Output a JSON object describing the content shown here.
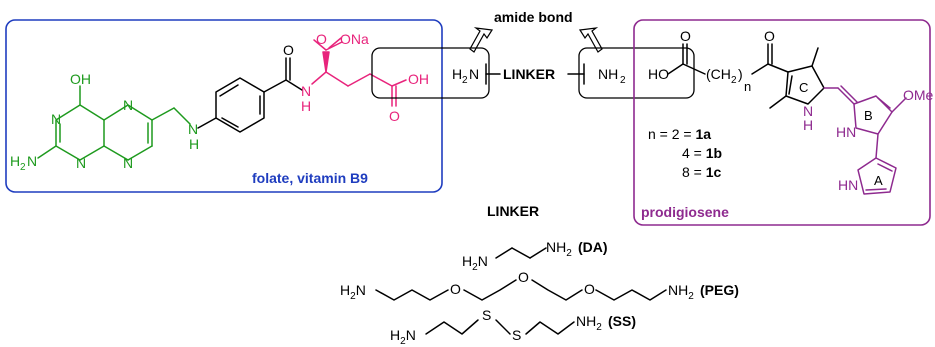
{
  "colors": {
    "folate_box": "#1f3dbf",
    "folate_label": "#1f3dbf",
    "pterin": "#1e9a1e",
    "glutamate": "#e8247c",
    "prodigiosene": "#8e2a8f",
    "ink": "#000000"
  },
  "labels": {
    "amide_bond_left": "amide bond",
    "linker_center": "LINKER",
    "linker_title": "LINKER",
    "folate_box": "folate, vitamin B9",
    "prodigiosene_box": "prodigiosene"
  },
  "folate": {
    "oh": "OH",
    "n1": "N",
    "n3": "N",
    "n5": "N",
    "n8": "N",
    "nh2": "H",
    "nh2_n": "N",
    "nh_h": "H",
    "nh_n": "N",
    "amide_o": "O",
    "amide_nh_n": "N",
    "amide_nh_h": "H",
    "coona_o": "O",
    "coona_ona": "ONa",
    "acid_oh": "OH",
    "acid_o": "O"
  },
  "linker_ends": {
    "left": "H",
    "left_n": "N",
    "right_n": "NH",
    "right_sub": "2",
    "left_sub": "2"
  },
  "prodigiosene": {
    "ho": "HO",
    "o_top": "O",
    "o_ketone": "O",
    "ch2_open": "(CH",
    "ch2_sub": "2",
    "ch2_close": ")",
    "n_sub": "n",
    "ring_c": "C",
    "ring_b": "B",
    "ring_a": "A",
    "ome": "OMe",
    "nh_c_n": "N",
    "nh_c_h": "H",
    "hn_b": "HN",
    "hn_a": "HN"
  },
  "variants": [
    {
      "n_eq": "n = 2 = ",
      "id": "1a"
    },
    {
      "n_eq": "4 = ",
      "id": "1b"
    },
    {
      "n_eq": "8 = ",
      "id": "1c"
    }
  ],
  "linkers": [
    {
      "left": "H",
      "sub1": "2",
      "left_n": "N",
      "right": "NH",
      "sub2": "2",
      "tag": "(DA)"
    },
    {
      "left": "H",
      "sub1": "2",
      "left_n": "N",
      "right": "NH",
      "sub2": "2",
      "tag": "(PEG)",
      "o1": "O",
      "o2": "O",
      "o3": "O"
    },
    {
      "left": "H",
      "sub1": "2",
      "left_n": "N",
      "right": "NH",
      "sub2": "2",
      "tag": "(SS)",
      "s1": "S",
      "s2": "S"
    }
  ]
}
